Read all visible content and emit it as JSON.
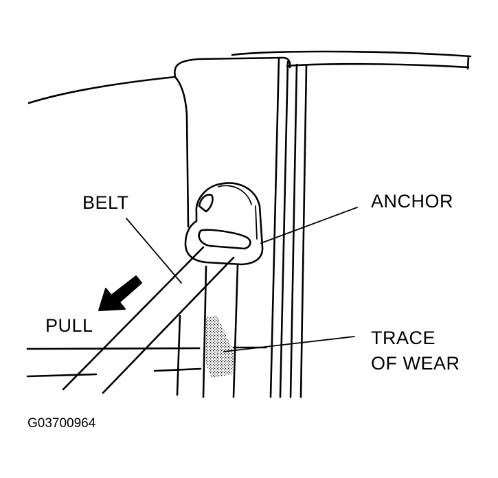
{
  "labels": {
    "belt": "BELT",
    "anchor": "ANCHOR",
    "pull": "PULL",
    "trace_line1": "TRACE",
    "trace_line2": "OF WEAR"
  },
  "figure_code": "G03700964",
  "colors": {
    "ink": "#000000",
    "paper": "#ffffff"
  }
}
